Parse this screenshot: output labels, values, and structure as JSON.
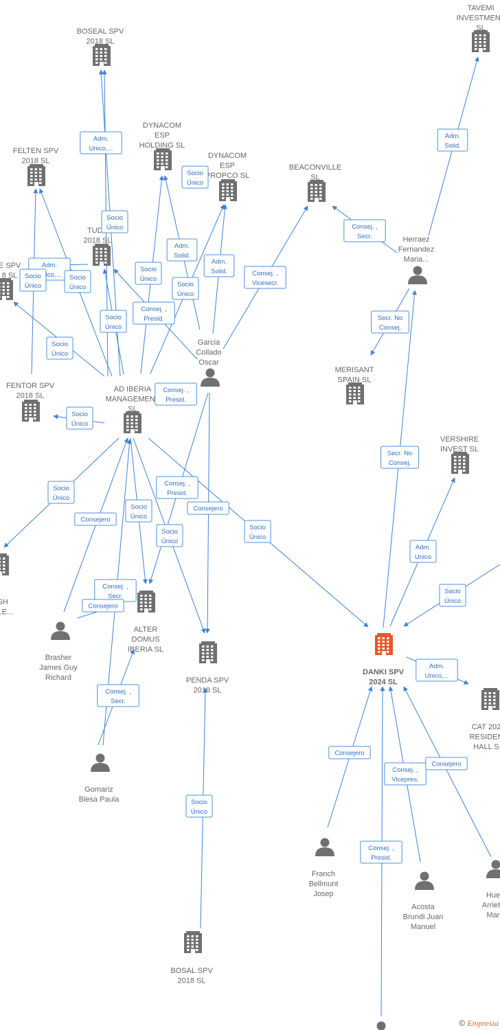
{
  "colors": {
    "edge": "#3d82d6",
    "company": "#707070",
    "company_main": "#e8562a",
    "person": "#707070",
    "label": "#666666",
    "relation_border": "#4a90d9",
    "relation_text": "#2f6fc0"
  },
  "nodes": [
    {
      "id": "tavemi",
      "type": "company",
      "lines": [
        "TAVEMI",
        "INVESTMENT",
        "SL"
      ]
    },
    {
      "id": "boseal",
      "type": "company",
      "lines": [
        "BOSEAL SPV",
        "2018 SL"
      ]
    },
    {
      "id": "dynacom_holding",
      "type": "company",
      "lines": [
        "DYNACOM",
        "ESP",
        "HOLDING SL"
      ]
    },
    {
      "id": "dynacom_propco",
      "type": "company",
      "lines": [
        "DYNACOM",
        "ESP",
        "PROPCO SL"
      ]
    },
    {
      "id": "beaconville",
      "type": "company",
      "lines": [
        "BEACONVILLE",
        "SL"
      ]
    },
    {
      "id": "felten",
      "type": "company",
      "lines": [
        "FELTEN SPV",
        "2018 SL"
      ]
    },
    {
      "id": "tuda",
      "type": "company",
      "lines": [
        "TUDA",
        "2018 SL"
      ]
    },
    {
      "id": "e_spv",
      "type": "company",
      "lines": [
        "E SPV",
        "8 SL"
      ]
    },
    {
      "id": "herraez",
      "type": "person",
      "lines": [
        "Herraez",
        "Fernandez",
        "Maria..."
      ]
    },
    {
      "id": "merisant",
      "type": "company",
      "lines": [
        "MERISANT",
        "SPAIN SL"
      ]
    },
    {
      "id": "garcia",
      "type": "person",
      "lines": [
        "Garcia",
        "Collado",
        "Oscar"
      ]
    },
    {
      "id": "fentor",
      "type": "company",
      "lines": [
        "FENTOR SPV",
        "2018 SL"
      ]
    },
    {
      "id": "ad_iberia",
      "type": "company",
      "lines": [
        "AD IBERIA",
        "MANAGEMENT",
        "SL"
      ]
    },
    {
      "id": "vershire",
      "type": "company",
      "lines": [
        "VERSHIRE",
        "INVEST SL"
      ]
    },
    {
      "id": "sh_ble",
      "type": "company",
      "lines": [
        "SH",
        "BLE..."
      ]
    },
    {
      "id": "brasher",
      "type": "person",
      "lines": [
        "Brasher",
        "James Guy",
        "Richard"
      ]
    },
    {
      "id": "alter_domus",
      "type": "company",
      "lines": [
        "ALTER",
        "DOMUS",
        "IBERIA SL"
      ]
    },
    {
      "id": "penda",
      "type": "company",
      "lines": [
        "PENDA SPV",
        "2018 SL"
      ]
    },
    {
      "id": "danki",
      "type": "company_main",
      "lines": [
        "DANKI SPV",
        "2024 SL"
      ]
    },
    {
      "id": "cat",
      "type": "company",
      "lines": [
        "CAT 202",
        "RESIDEN",
        "HALL S"
      ]
    },
    {
      "id": "gomariz",
      "type": "person",
      "lines": [
        "Gomariz",
        "Blesa Paula"
      ]
    },
    {
      "id": "franch",
      "type": "person",
      "lines": [
        "Franch",
        "Bellmunt",
        "Josep"
      ]
    },
    {
      "id": "acosta",
      "type": "person",
      "lines": [
        "Acosta",
        "Brundi Juan",
        "Manuel"
      ]
    },
    {
      "id": "huerta",
      "type": "person",
      "lines": [
        "Hue",
        "Arrieta",
        "Mar"
      ]
    },
    {
      "id": "bosal",
      "type": "company",
      "lines": [
        "BOSAL SPV",
        "2018 SL"
      ]
    },
    {
      "id": "bottom_person",
      "type": "person",
      "lines": []
    }
  ],
  "relations": [
    {
      "lines": [
        "Adm.",
        "Solid."
      ]
    },
    {
      "lines": [
        "Adm.",
        "Unico,..."
      ]
    },
    {
      "lines": [
        "Socio",
        "Único"
      ]
    },
    {
      "lines": [
        "Socio",
        "Único"
      ]
    },
    {
      "lines": [
        "Adm.",
        "Solid."
      ]
    },
    {
      "lines": [
        "Adm.",
        "Solid."
      ]
    },
    {
      "lines": [
        "Consej. ,",
        "Secr."
      ]
    },
    {
      "lines": [
        "Adm.",
        "Unico,..."
      ]
    },
    {
      "lines": [
        "Socio",
        "Único"
      ]
    },
    {
      "lines": [
        "Socio",
        "Único"
      ]
    },
    {
      "lines": [
        "Socio",
        "Único"
      ]
    },
    {
      "lines": [
        "Socio",
        "Único"
      ]
    },
    {
      "lines": [
        "Consej. ,",
        "Vicesecr."
      ]
    },
    {
      "lines": [
        "Consej. ,",
        "Presid."
      ]
    },
    {
      "lines": [
        "Socio",
        "Único"
      ]
    },
    {
      "lines": [
        "Secr. No",
        "Consej."
      ]
    },
    {
      "lines": [
        "Socio",
        "Único"
      ]
    },
    {
      "lines": [
        "Consej. ,",
        "Presid."
      ]
    },
    {
      "lines": [
        "Socio",
        "Único"
      ]
    },
    {
      "lines": [
        "Secr. No",
        "Consej."
      ]
    },
    {
      "lines": [
        "Socio",
        "Único"
      ]
    },
    {
      "lines": [
        "Consej. ,",
        "Presid."
      ]
    },
    {
      "lines": [
        "Consejero"
      ]
    },
    {
      "lines": [
        "Socio",
        "Único"
      ]
    },
    {
      "lines": [
        "Consejero"
      ]
    },
    {
      "lines": [
        "Socio",
        "Único"
      ]
    },
    {
      "lines": [
        "Socio",
        "Único"
      ]
    },
    {
      "lines": [
        "Adm.",
        "Unico"
      ]
    },
    {
      "lines": [
        "Socio",
        "Único"
      ]
    },
    {
      "lines": [
        "Consej. ,",
        "Secr."
      ]
    },
    {
      "lines": [
        "Consejero"
      ]
    },
    {
      "lines": [
        "Adm.",
        "Unico,..."
      ]
    },
    {
      "lines": [
        "Consej. ,",
        "Secr."
      ]
    },
    {
      "lines": [
        "Consejero"
      ]
    },
    {
      "lines": [
        "Consej. ,",
        "Vicepres."
      ]
    },
    {
      "lines": [
        "Consejero"
      ]
    },
    {
      "lines": [
        "Socio",
        "Único"
      ]
    },
    {
      "lines": [
        "Consej. ,",
        "Presid."
      ]
    }
  ],
  "footer": {
    "copyright": "©",
    "brand": "Empresia"
  }
}
